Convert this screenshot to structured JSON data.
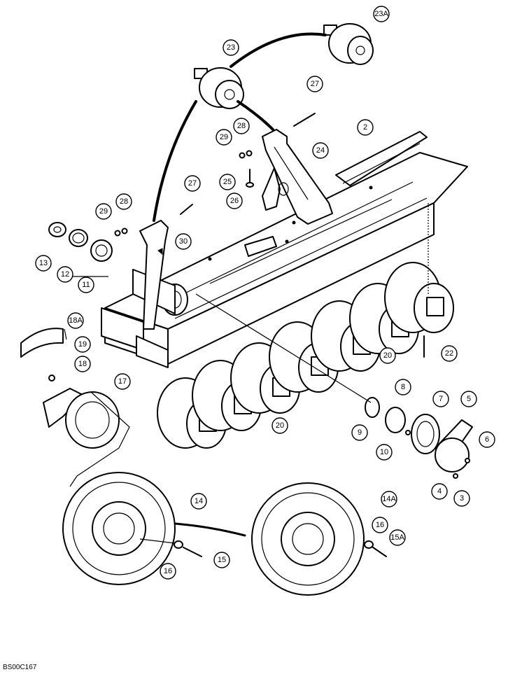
{
  "callouts": {
    "c23A": "23A",
    "c23": "23",
    "c27a": "27",
    "c28a": "28",
    "c29a": "29",
    "c2": "2",
    "c24": "24",
    "c25": "25",
    "c26": "26",
    "c27b": "27",
    "c28b": "28",
    "c29b": "29",
    "c30": "30",
    "c13": "13",
    "c12": "12",
    "c11": "11",
    "c18A": "18A",
    "c19": "19",
    "c18": "18",
    "c17": "17",
    "c22": "22",
    "c20a": "20",
    "c20b": "20",
    "c8": "8",
    "c7": "7",
    "c5": "5",
    "c9": "9",
    "c10": "10",
    "c6": "6",
    "c4": "4",
    "c3": "3",
    "c14": "14",
    "c14A": "14A",
    "c16a": "16",
    "c15": "15",
    "c16b": "16",
    "c15A": "15A"
  },
  "footer_code": "BS00C167"
}
